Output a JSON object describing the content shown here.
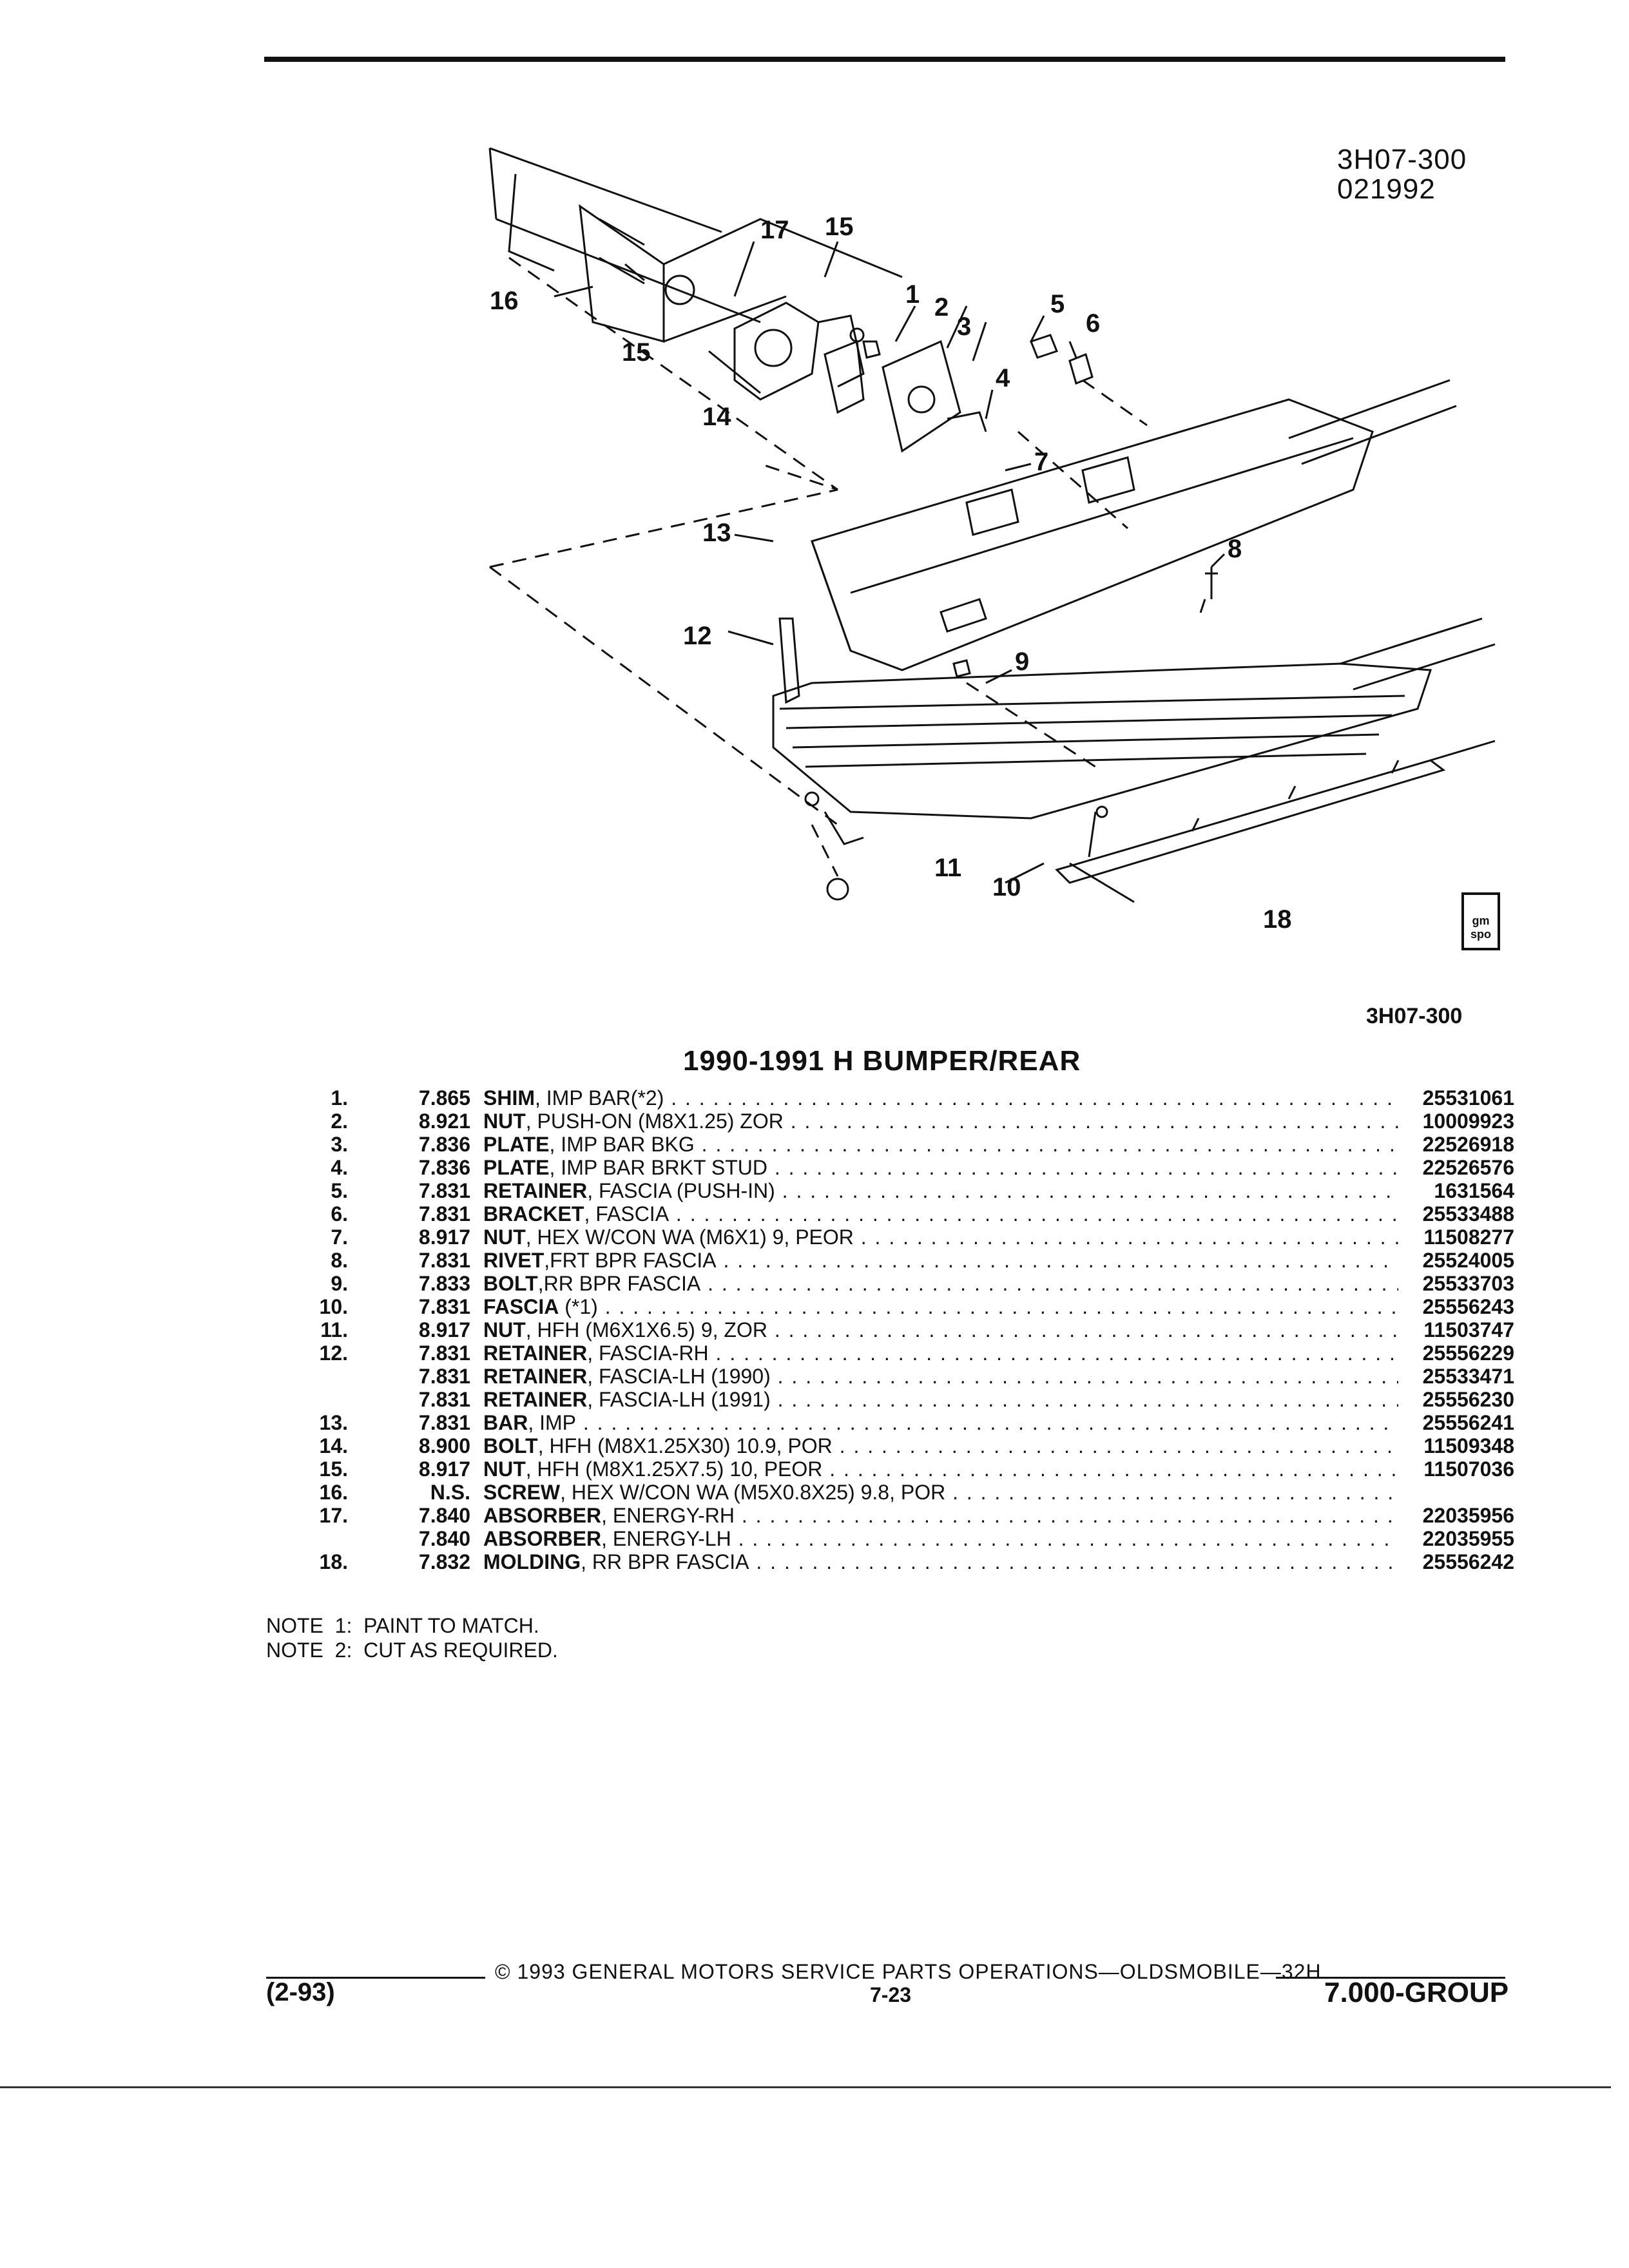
{
  "diagram": {
    "code_line1": "3H07-300",
    "code_line2": "021992",
    "code_bottom": "3H07-300",
    "logo_text": "gm spo",
    "callouts": [
      "1",
      "2",
      "3",
      "4",
      "5",
      "6",
      "7",
      "8",
      "9",
      "10",
      "11",
      "12",
      "13",
      "14",
      "15",
      "15",
      "16",
      "17",
      "18"
    ]
  },
  "title": "1990-1991 H BUMPER/REAR",
  "parts": [
    {
      "num": "1.",
      "group": "7.865",
      "name": "SHIM",
      "detail": ", IMP BAR(*2)",
      "part": "25531061"
    },
    {
      "num": "2.",
      "group": "8.921",
      "name": "NUT",
      "detail": ", PUSH-ON (M8X1.25) ZOR",
      "part": "10009923"
    },
    {
      "num": "3.",
      "group": "7.836",
      "name": "PLATE",
      "detail": ", IMP BAR BKG",
      "part": "22526918"
    },
    {
      "num": "4.",
      "group": "7.836",
      "name": "PLATE",
      "detail": ", IMP BAR BRKT STUD",
      "part": "22526576"
    },
    {
      "num": "5.",
      "group": "7.831",
      "name": "RETAINER",
      "detail": ", FASCIA (PUSH-IN)",
      "part": "1631564"
    },
    {
      "num": "6.",
      "group": "7.831",
      "name": "BRACKET",
      "detail": ", FASCIA",
      "part": "25533488"
    },
    {
      "num": "7.",
      "group": "8.917",
      "name": "NUT",
      "detail": ", HEX W/CON WA (M6X1) 9, PEOR",
      "part": "11508277"
    },
    {
      "num": "8.",
      "group": "7.831",
      "name": "RIVET",
      "detail": ",FRT BPR FASCIA",
      "part": "25524005"
    },
    {
      "num": "9.",
      "group": "7.833",
      "name": "BOLT",
      "detail": ",RR BPR FASCIA",
      "part": "25533703"
    },
    {
      "num": "10.",
      "group": "7.831",
      "name": "FASCIA",
      "detail": " (*1)",
      "part": "25556243"
    },
    {
      "num": "11.",
      "group": "8.917",
      "name": "NUT",
      "detail": ", HFH (M6X1X6.5) 9, ZOR",
      "part": "11503747"
    },
    {
      "num": "12.",
      "group": "7.831",
      "name": "RETAINER",
      "detail": ", FASCIA-RH",
      "part": "25556229"
    },
    {
      "num": "",
      "group": "7.831",
      "name": "RETAINER",
      "detail": ", FASCIA-LH (1990)",
      "part": "25533471"
    },
    {
      "num": "",
      "group": "7.831",
      "name": "RETAINER",
      "detail": ", FASCIA-LH (1991)",
      "part": "25556230"
    },
    {
      "num": "13.",
      "group": "7.831",
      "name": "BAR",
      "detail": ", IMP",
      "part": "25556241"
    },
    {
      "num": "14.",
      "group": "8.900",
      "name": "BOLT",
      "detail": ", HFH (M8X1.25X30) 10.9, POR",
      "part": "11509348"
    },
    {
      "num": "15.",
      "group": "8.917",
      "name": "NUT",
      "detail": ", HFH (M8X1.25X7.5) 10, PEOR",
      "part": "11507036"
    },
    {
      "num": "16.",
      "group": "N.S.",
      "name": "SCREW",
      "detail": ", HEX W/CON WA (M5X0.8X25) 9.8, POR",
      "part": ""
    },
    {
      "num": "17.",
      "group": "7.840",
      "name": "ABSORBER",
      "detail": ", ENERGY-RH",
      "part": "22035956"
    },
    {
      "num": "",
      "group": "7.840",
      "name": "ABSORBER",
      "detail": ", ENERGY-LH",
      "part": "22035955"
    },
    {
      "num": "18.",
      "group": "7.832",
      "name": "MOLDING",
      "detail": ", RR BPR FASCIA",
      "part": "25556242"
    }
  ],
  "notes": [
    "NOTE  1:  PAINT TO MATCH.",
    "NOTE  2:  CUT AS REQUIRED."
  ],
  "footer": {
    "copyright": "© 1993 GENERAL MOTORS SERVICE PARTS OPERATIONS—OLDSMOBILE—32H",
    "date": "(2-93)",
    "page": "7-23",
    "group": "7.000-GROUP"
  }
}
